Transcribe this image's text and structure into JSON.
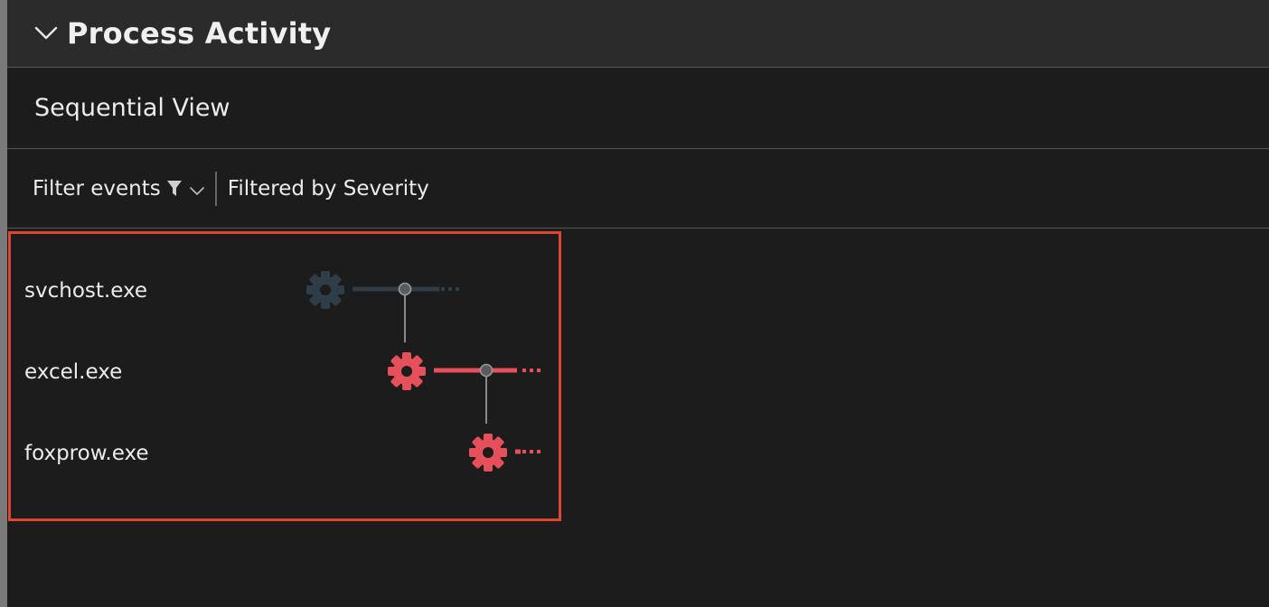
{
  "section": {
    "title": "Process Activity"
  },
  "view": {
    "title": "Sequential View"
  },
  "filter": {
    "button_label": "Filter events",
    "status": "Filtered by Severity"
  },
  "processes": [
    {
      "name": "svchost.exe",
      "severity_color": "#2e3d48",
      "icon": "gear-icon"
    },
    {
      "name": "excel.exe",
      "severity_color": "#e6505a",
      "icon": "gear-icon"
    },
    {
      "name": "foxprow.exe",
      "severity_color": "#e6505a",
      "icon": "gear-icon"
    }
  ],
  "colors": {
    "highlight_border": "#e0452f",
    "connector": "#8a8a8a",
    "low_severity": "#2e3d48",
    "high_severity": "#e6505a"
  }
}
